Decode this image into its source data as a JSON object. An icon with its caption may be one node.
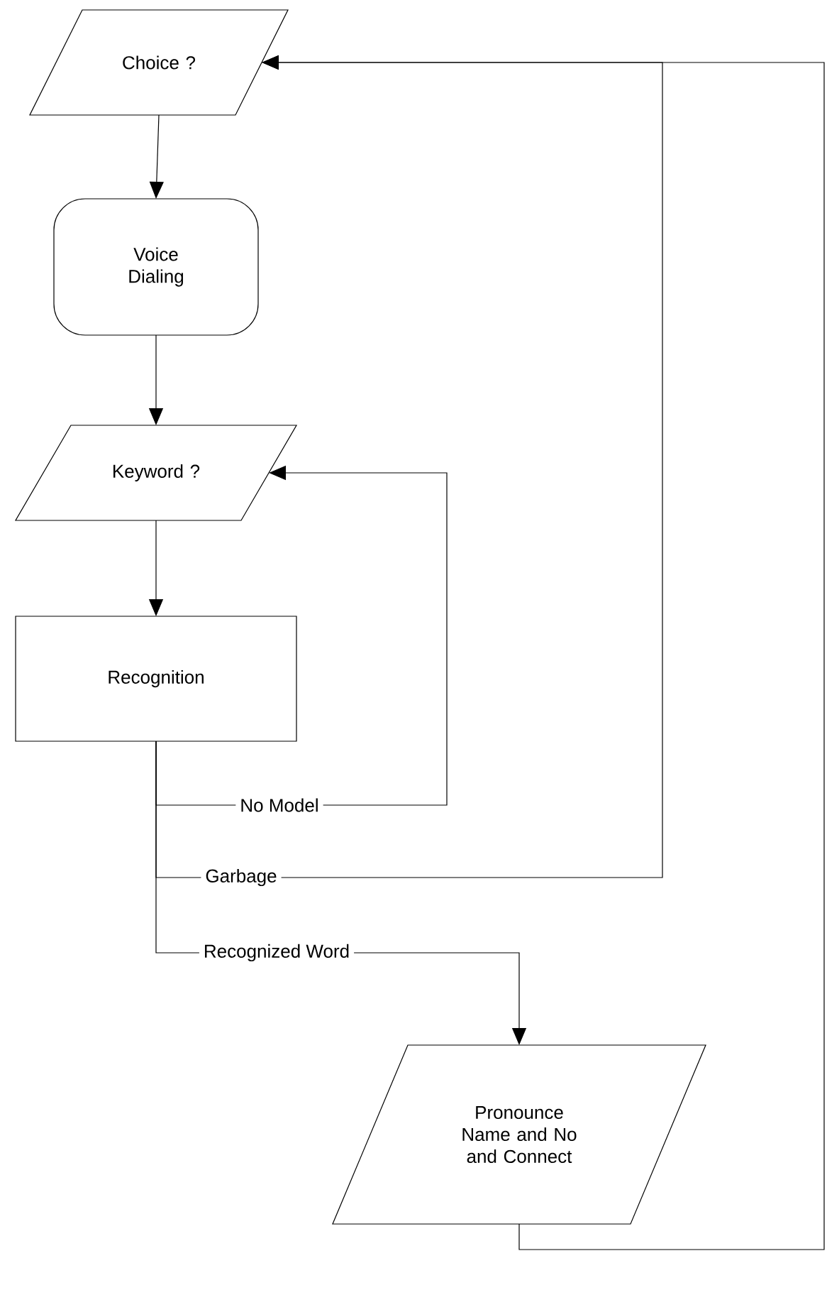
{
  "diagram": {
    "nodes": [
      {
        "text": [
          "Choice ?"
        ]
      },
      {
        "text": [
          "Voice Dialing"
        ]
      },
      {
        "text": [
          "Keyword ?"
        ]
      },
      {
        "text": [
          "Recognition"
        ]
      },
      {
        "text": [
          "Pronounce Name and No and Connect"
        ]
      }
    ],
    "edges": [
      {
        "from": 0,
        "to": 1,
        "arrow": "to"
      },
      {
        "from": 1,
        "to": 2,
        "arrow": "to"
      },
      {
        "from": 2,
        "to": 3,
        "arrow": "to"
      },
      {
        "from": 3,
        "to": 2,
        "arrow": "to",
        "label": "No Model"
      },
      {
        "from": 3,
        "to": 0,
        "arrow": "to",
        "label": "Garbage"
      },
      {
        "from": 3,
        "to": 4,
        "arrow": "to",
        "label": "Recognized Word"
      },
      {
        "from": 4,
        "to": 0,
        "arrow": "to"
      }
    ]
  }
}
